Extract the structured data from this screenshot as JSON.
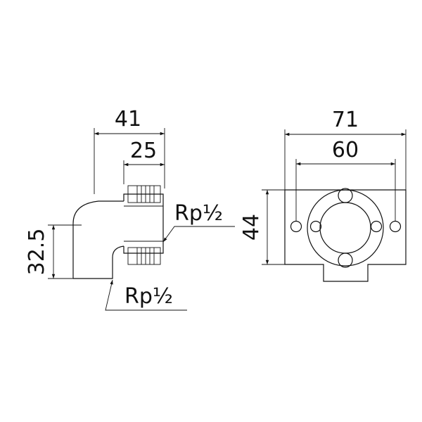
{
  "drawing": {
    "side_view": {
      "dim_width_overall": "41",
      "dim_width_inner": "25",
      "dim_height": "32.5",
      "thread_label_side": "Rp½",
      "thread_label_bottom": "Rp½"
    },
    "front_view": {
      "dim_width_overall": "71",
      "dim_hole_spacing": "60",
      "dim_height": "44"
    },
    "colors": {
      "line": "#111111",
      "background": "#ffffff"
    }
  }
}
